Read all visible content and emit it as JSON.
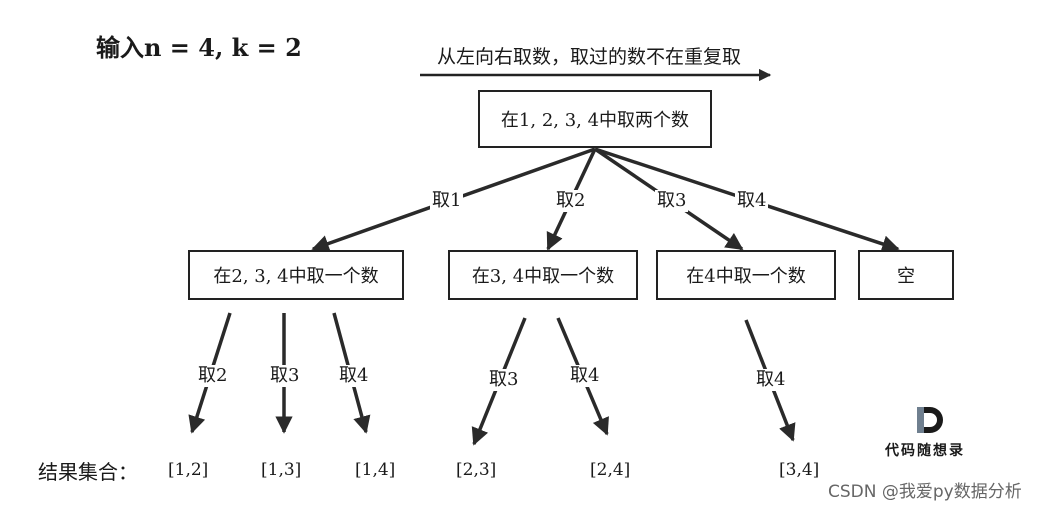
{
  "title": "输入n = 4, k = 2",
  "direction_note": "从左向右取数，取过的数不在重复取",
  "root": "在1, 2, 3, 4中取两个数",
  "level1": [
    {
      "label": "在2, 3, 4中取一个数",
      "edge": "取1"
    },
    {
      "label": "在3, 4中取一个数",
      "edge": "取2"
    },
    {
      "label": "在4中取一个数",
      "edge": "取3"
    },
    {
      "label": "空",
      "edge": "取4"
    }
  ],
  "level2_edges": [
    "取2",
    "取3",
    "取4",
    "取3",
    "取4",
    "取4"
  ],
  "results_label": "结果集合：",
  "results": [
    "[1,2]",
    "[1,3]",
    "[1,4]",
    "[2,3]",
    "[2,4]",
    "[3,4]"
  ],
  "logo": {
    "mark": "D",
    "text": "代码随想录"
  },
  "watermark": "CSDN @我爱py数据分析"
}
